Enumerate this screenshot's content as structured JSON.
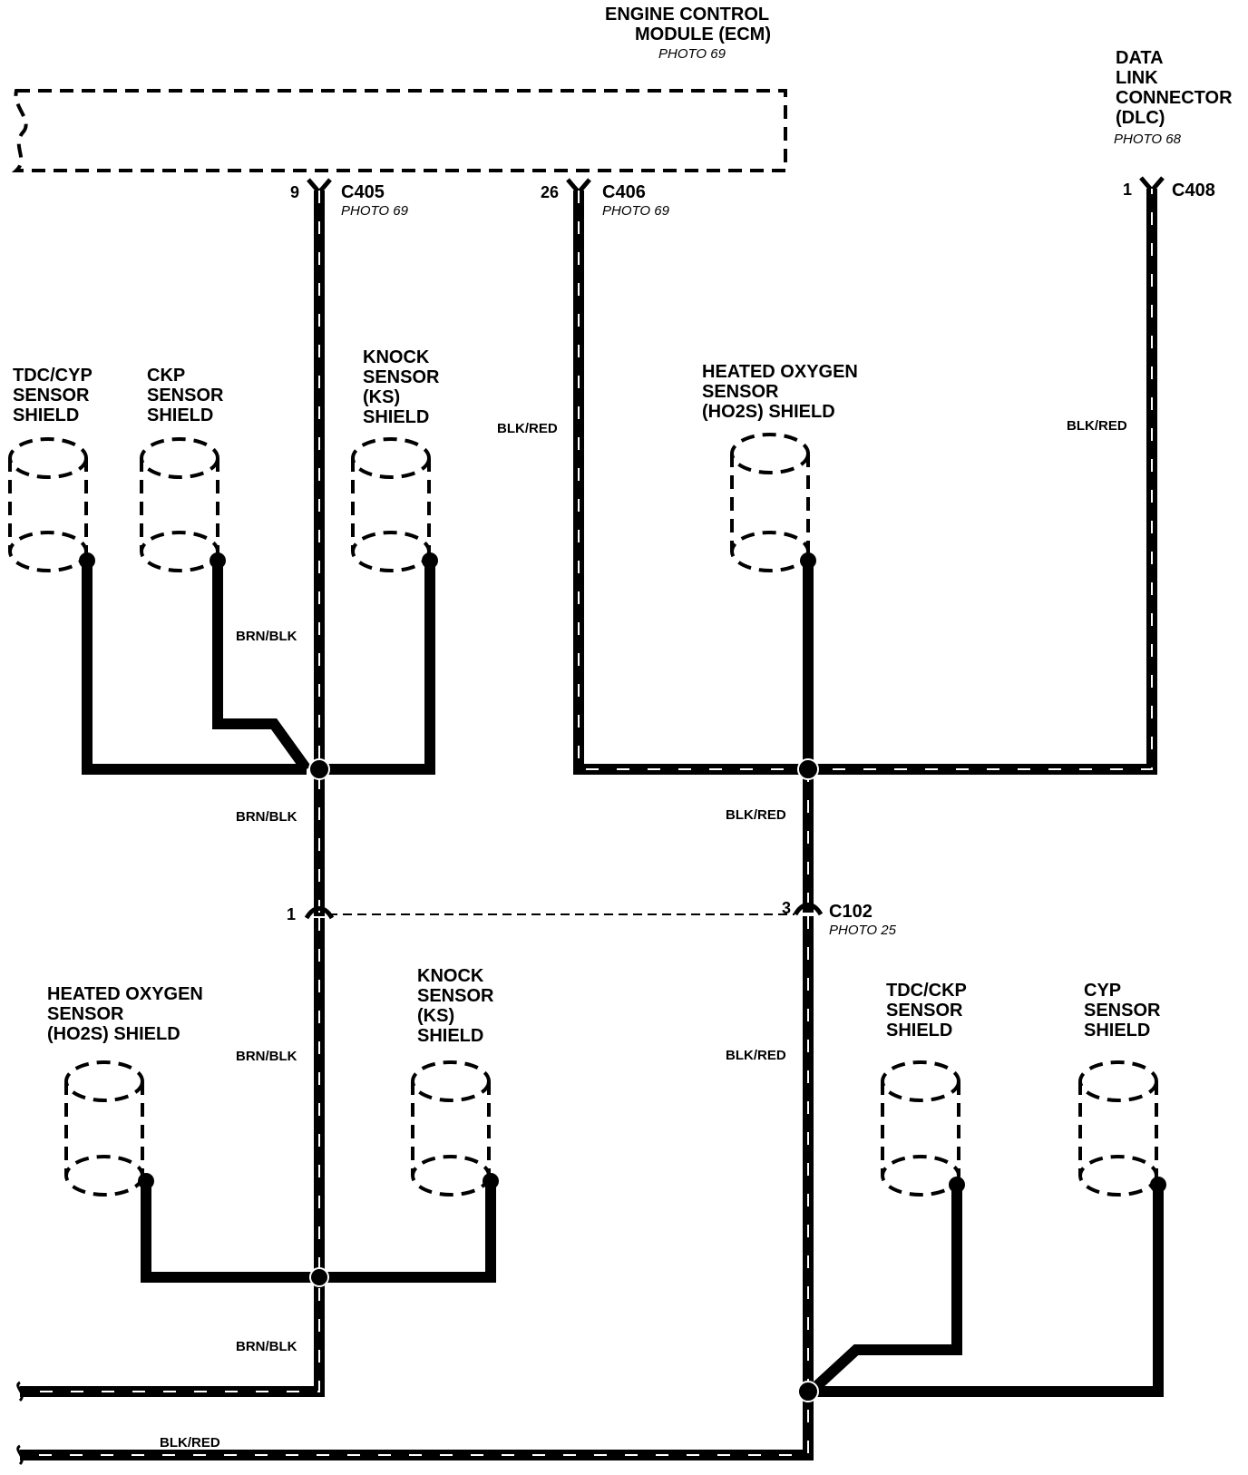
{
  "components": {
    "ecm": {
      "line1": "ENGINE CONTROL",
      "line2": "MODULE (ECM)",
      "photo": "PHOTO 69"
    },
    "dlc": {
      "line1": "DATA",
      "line2": "LINK",
      "line3": "CONNECTOR",
      "line4": "(DLC)",
      "photo": "PHOTO 68"
    }
  },
  "connectors": {
    "c405": {
      "name": "C405",
      "pin": "9",
      "photo": "PHOTO 69"
    },
    "c406": {
      "name": "C406",
      "pin": "26",
      "photo": "PHOTO 69"
    },
    "c408": {
      "name": "C408",
      "pin": "1"
    },
    "c102": {
      "name": "C102",
      "pin_left": "1",
      "pin_right": "3",
      "photo": "PHOTO 25"
    }
  },
  "shields": {
    "tdc_cyp": {
      "line1": "TDC/CYP",
      "line2": "SENSOR",
      "line3": "SHIELD"
    },
    "ckp": {
      "line1": "CKP",
      "line2": "SENSOR",
      "line3": "SHIELD"
    },
    "ks_top": {
      "line1": "KNOCK",
      "line2": "SENSOR",
      "line3": "(KS)",
      "line4": "SHIELD"
    },
    "ho2s_top": {
      "line1": "HEATED OXYGEN",
      "line2": "SENSOR",
      "line3": "(HO2S) SHIELD"
    },
    "ho2s_bottom": {
      "line1": "HEATED OXYGEN",
      "line2": "SENSOR",
      "line3": "(HO2S) SHIELD"
    },
    "ks_bottom": {
      "line1": "KNOCK",
      "line2": "SENSOR",
      "line3": "(KS)",
      "line4": "SHIELD"
    },
    "tdc_ckp": {
      "line1": "TDC/CKP",
      "line2": "SENSOR",
      "line3": "SHIELD"
    },
    "cyp": {
      "line1": "CYP",
      "line2": "SENSOR",
      "line3": "SHIELD"
    }
  },
  "wires": {
    "brn_blk": "BRN/BLK",
    "blk_red": "BLK/RED"
  }
}
